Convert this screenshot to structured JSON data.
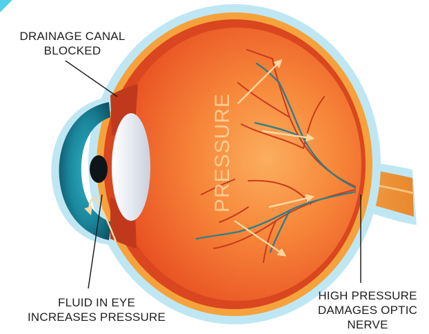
{
  "labels": {
    "drainage_canal": "DRAINAGE CANAL\nBLOCKED",
    "fluid_pressure": "FLUID IN EYE\nINCREASES PRESSURE",
    "optic_nerve": "HIGH PRESSURE\nDAMAGES OPTIC\nNERVE",
    "pressure_word": "PRESSURE"
  },
  "colors": {
    "outer_halo": "#bfe7f3",
    "sclera": "#f6a23c",
    "globe_fill": "#f2682a",
    "globe_center": "#fa9b4a",
    "vessel_red": "#c83a1e",
    "vessel_teal": "#2e7f86",
    "iris_teal": "#1d8aa0",
    "lens": "#e9ecf2",
    "arrow": "#ffd7a0",
    "corner_accent": "#55d0ea",
    "callout_line": "#1e1e1e",
    "text": "#1e1e1e"
  }
}
